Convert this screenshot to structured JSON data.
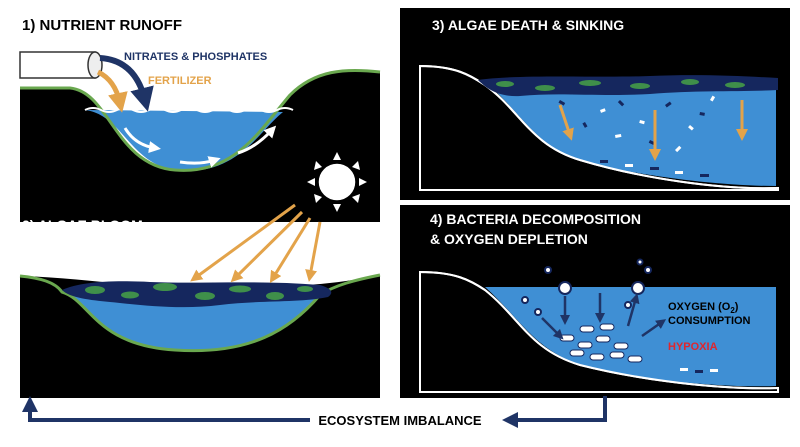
{
  "panels": {
    "p1": {
      "title": "1) NUTRIENT RUNOFF",
      "nitrates": "NITRATES & PHOSPHATES",
      "fertilizer": "FERTILIZER"
    },
    "p2": {
      "title_line1": "2) ALGAE BLOOM",
      "title_line2": "& SUNLIGHT BLOCK"
    },
    "p3": {
      "title": "3) ALGAE DEATH & SINKING"
    },
    "p4": {
      "title_line1": "4) BACTERIA DECOMPOSITION",
      "title_line2": "& OXYGEN DEPLETION",
      "oxygen_line1_prefix": "OXYGEN (O",
      "oxygen_sub": "2",
      "oxygen_line1_suffix": ")",
      "oxygen_line2": "CONSUMPTION",
      "hypoxia": "HYPOXIA"
    }
  },
  "footer": {
    "label": "ECOSYSTEM IMBALANCE"
  },
  "colors": {
    "black": "#000000",
    "water": "#3f8fd4",
    "water_light": "#5aa8e6",
    "green_edge": "#6aa84f",
    "algae_dark": "#15275e",
    "algae_green": "#3f8f4a",
    "navy_arrow": "#1f3466",
    "orange_arrow": "#e3a34a",
    "hypoxia_red": "#e0262d",
    "white": "#ffffff"
  }
}
